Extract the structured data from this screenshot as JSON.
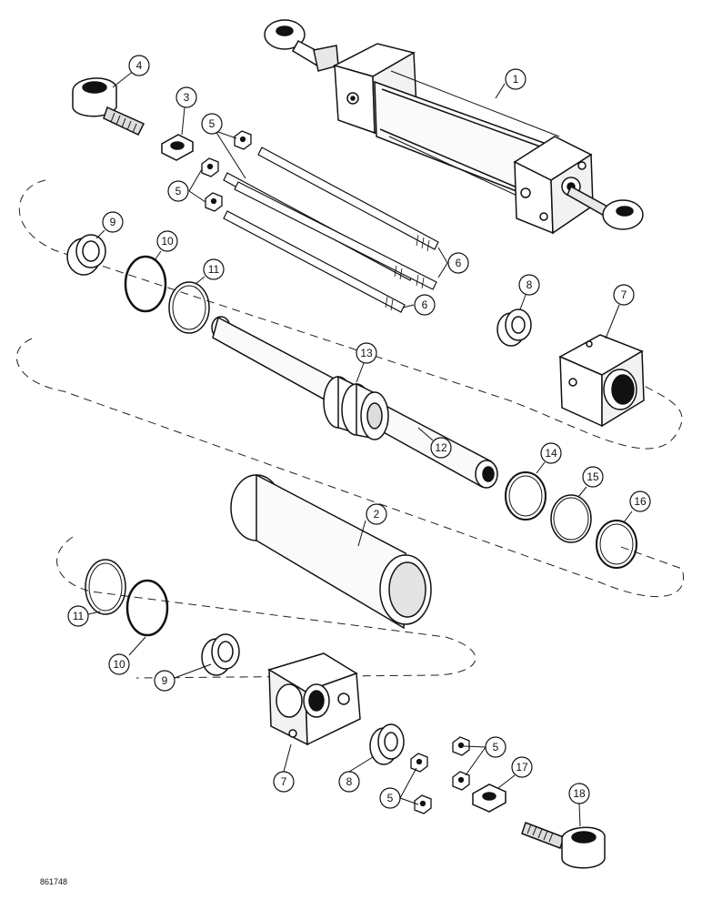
{
  "diagram": {
    "reference_code": "861748",
    "callouts": {
      "c1": "1",
      "c2": "2",
      "c3": "3",
      "c4": "4",
      "c5a": "5",
      "c5b": "5",
      "c5c": "5",
      "c5d": "5",
      "c6a": "6",
      "c6b": "6",
      "c7a": "7",
      "c7b": "7",
      "c8a": "8",
      "c8b": "8",
      "c9a": "9",
      "c9b": "9",
      "c10a": "10",
      "c10b": "10",
      "c11a": "11",
      "c11b": "11",
      "c12": "12",
      "c13": "13",
      "c14": "14",
      "c15": "15",
      "c16": "16",
      "c17": "17",
      "c18": "18"
    }
  }
}
